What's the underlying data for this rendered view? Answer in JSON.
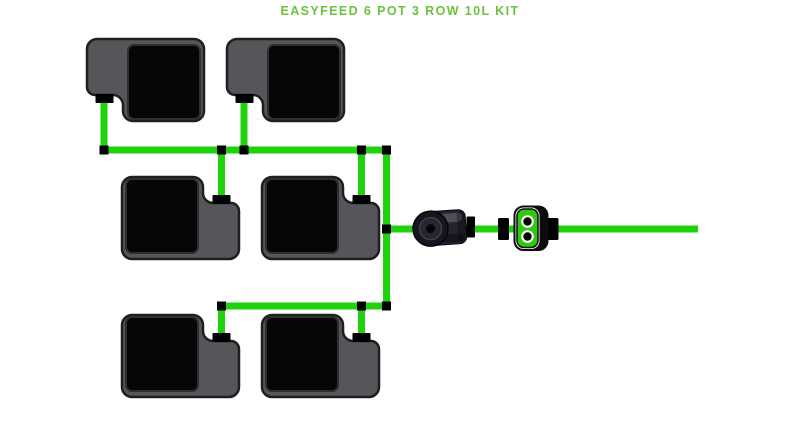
{
  "title": "EASYFEED 6 POT 3 ROW 10L KIT",
  "kit": {
    "pot_count": 6,
    "row_count": 3,
    "pot_size": "10L",
    "system": "EASYFEED"
  },
  "colors": {
    "background": "#ffffff",
    "title_green": "#6cc23f",
    "tube_green": "#1ed30c",
    "tray_gray": "#55565a",
    "tray_border": "#1f1f1f",
    "pot_opening": "#060606",
    "pot_opening_border": "#2e2e33",
    "fitting_black": "#000000",
    "pump_body": "#23232e",
    "valve_green": "#2fca10"
  },
  "components": {
    "pots": [
      {
        "id": "pot-1",
        "row": 1
      },
      {
        "id": "pot-2",
        "row": 1
      },
      {
        "id": "pot-3",
        "row": 2
      },
      {
        "id": "pot-4",
        "row": 2
      },
      {
        "id": "pot-5",
        "row": 3
      },
      {
        "id": "pot-6",
        "row": 3
      }
    ],
    "pump": "inline-pump",
    "controller": "dual-port-flow-controller",
    "fittings": {
      "tee_count": 9,
      "inline_couplers": 3,
      "pot_spigots": 6
    }
  }
}
